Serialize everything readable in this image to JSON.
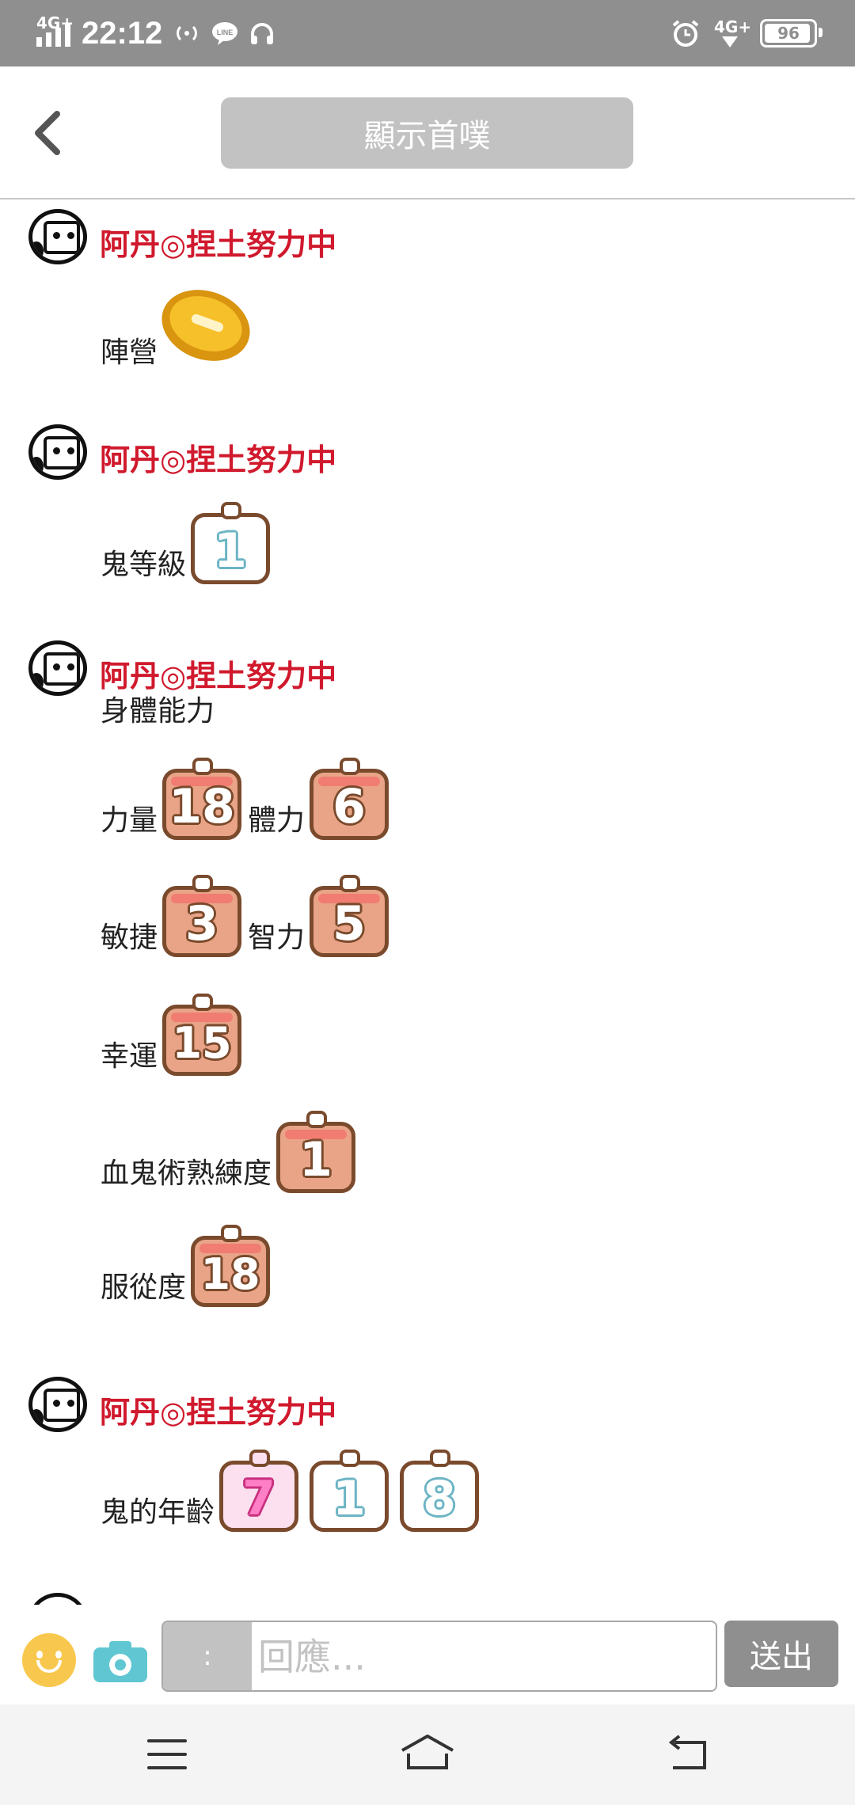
{
  "status_bar": {
    "network_left": "4G+",
    "time": "22:12",
    "network_right": "4G+",
    "battery": "96"
  },
  "header": {
    "title": "顯示首噗"
  },
  "posts": [
    {
      "username": "阿丹◎捏土努力中",
      "lines": [
        {
          "text": "陣營",
          "icon": "gold-coin-icon"
        }
      ]
    },
    {
      "username": "阿丹◎捏土努力中",
      "lines": [
        {
          "text": "鬼等級",
          "number": "1"
        }
      ]
    },
    {
      "username": "阿丹◎捏土努力中",
      "heading": "身體能力",
      "lines": [
        {
          "a_label": "力量",
          "a_value": "18",
          "b_label": "體力",
          "b_value": "6"
        },
        {
          "a_label": "敏捷",
          "a_value": "3",
          "b_label": "智力",
          "b_value": "5"
        },
        {
          "a_label": "幸運",
          "a_value": "15"
        },
        {
          "a_label": "血鬼術熟練度",
          "a_value": "1"
        },
        {
          "a_label": "服從度",
          "a_value": "18"
        }
      ]
    },
    {
      "username": "阿丹◎捏土努力中",
      "lines": [
        {
          "text": "鬼的年齡",
          "digits": [
            "7",
            "1",
            "8"
          ]
        }
      ]
    }
  ],
  "reply_bar": {
    "prefix": ":",
    "placeholder": "回應...",
    "send_label": "送出"
  },
  "colors": {
    "username": "#d0192d",
    "status_bar_bg": "#8f8f8f",
    "title_button_bg": "#c2c2c2",
    "send_button_bg": "#8f8f8f",
    "badge_fill": "#e9a487"
  }
}
